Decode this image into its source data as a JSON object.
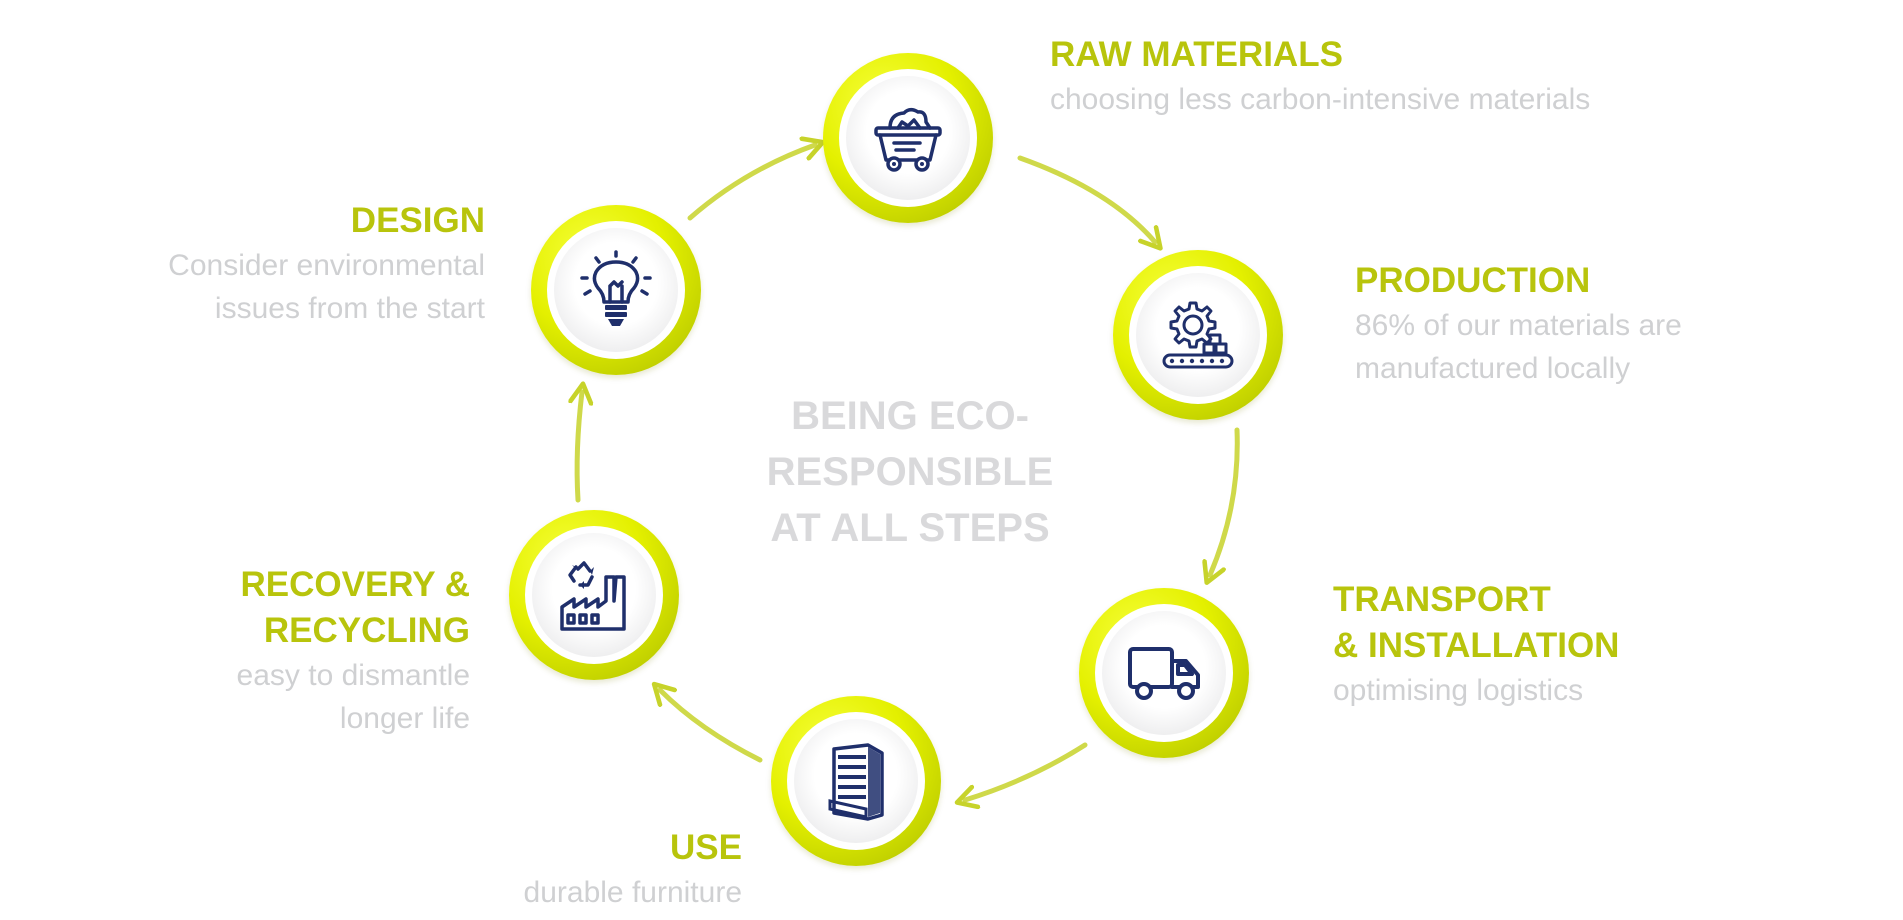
{
  "center": {
    "line1": "BEING ECO-",
    "line2": "RESPONSIBLE",
    "line3": "AT ALL STEPS"
  },
  "steps": [
    {
      "id": "raw-materials",
      "icon": "mine-cart-icon",
      "title1": "RAW MATERIALS",
      "desc1": "choosing less carbon-intensive materials"
    },
    {
      "id": "production",
      "icon": "gear-conveyor-icon",
      "title1": "PRODUCTION",
      "desc1": "86% of our materials are",
      "desc2": "manufactured locally"
    },
    {
      "id": "transport",
      "icon": "delivery-truck-icon",
      "title1": "TRANSPORT",
      "title2": "& INSTALLATION",
      "desc1": "optimising logistics"
    },
    {
      "id": "use",
      "icon": "shelving-furniture-icon",
      "title1": "USE",
      "desc1": "durable furniture"
    },
    {
      "id": "recovery",
      "icon": "recycling-factory-icon",
      "title1": "RECOVERY &",
      "title2": "RECYCLING",
      "desc1": "easy to dismantle",
      "desc2": "longer life"
    },
    {
      "id": "design",
      "icon": "lightbulb-icon",
      "title1": "DESIGN",
      "desc1": "Consider environmental",
      "desc2": "issues from the  start"
    }
  ],
  "colors": {
    "accent": "#b8c40c",
    "ring": "#e4f000",
    "icon": "#1f2f6b",
    "muted_text": "#cfd0d2",
    "center_text": "#d9d9db"
  }
}
